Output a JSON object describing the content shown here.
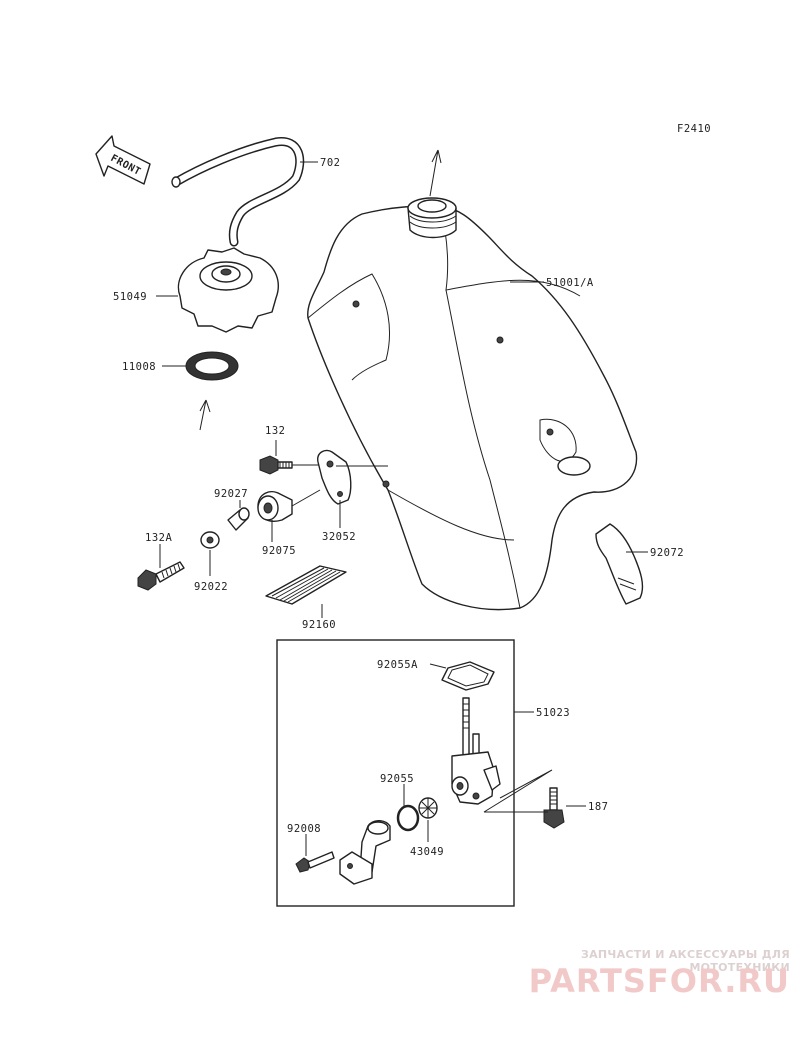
{
  "figure_code": "F2410",
  "front_label": "FRONT",
  "parts": {
    "hose": "702",
    "tank": "51001/A",
    "cap": "51049",
    "gasket": "11008",
    "bolt_upper": "132",
    "collar": "92027",
    "bracket": "32052",
    "damper": "92075",
    "bolt_lower": "132A",
    "washer": "92022",
    "pad": "92160",
    "strap": "92072",
    "cock_gasket": "92055A",
    "fuel_cock": "51023",
    "oring": "92055",
    "bolt_cock": "187",
    "screw": "92008",
    "filter": "43049"
  },
  "watermark": {
    "line1": "ЗАПЧАСТИ И АКСЕССУАРЫ ДЛЯ МОТОТЕХНИКИ",
    "line2": "PARTSFOR.RU"
  }
}
